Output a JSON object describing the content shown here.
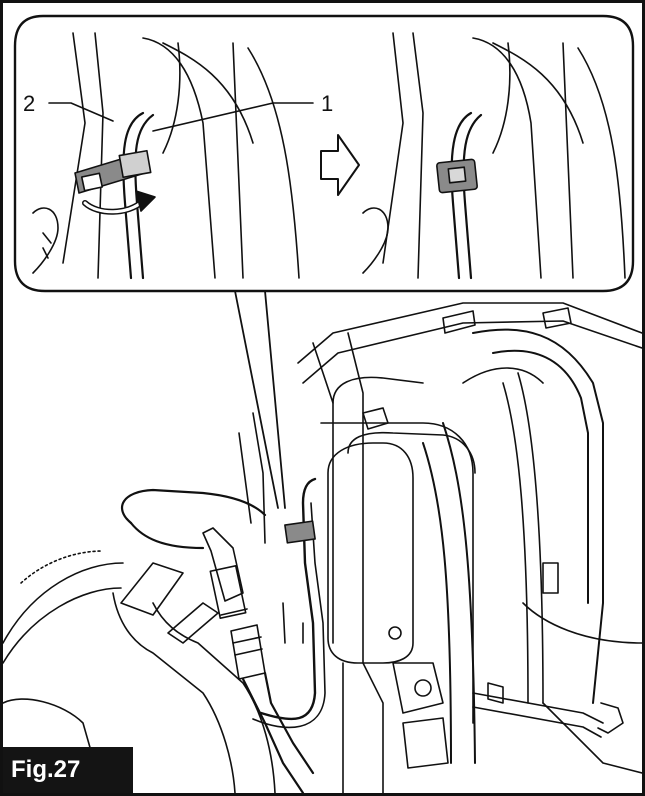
{
  "figure": {
    "label": "Fig.27",
    "callouts": [
      "1",
      "2"
    ]
  },
  "colors": {
    "line": "#111111",
    "tie_fill": "#8a8a8a",
    "label_bg": "#141414",
    "label_text": "#ffffff"
  },
  "icons": [
    "arrow-right-icon",
    "rotate-arrow-icon"
  ]
}
